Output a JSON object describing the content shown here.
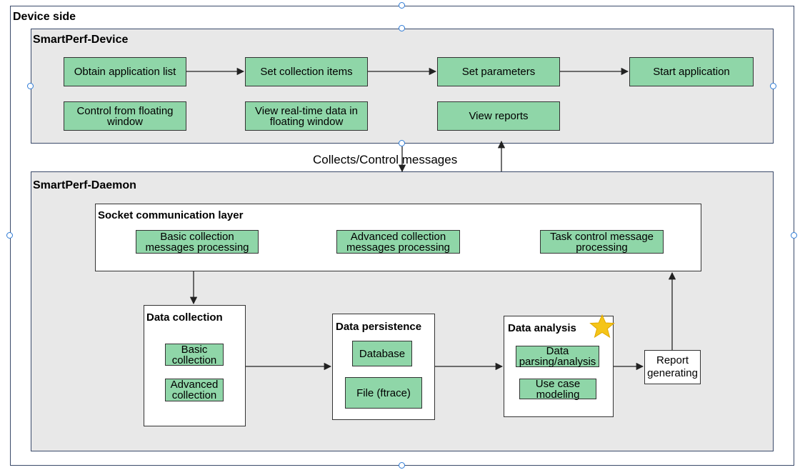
{
  "device_side": {
    "title": "Device side"
  },
  "smartperf_device": {
    "title": "SmartPerf-Device",
    "boxes": {
      "obtain_list": "Obtain application list",
      "set_items": "Set collection items",
      "set_params": "Set parameters",
      "start_app": "Start application",
      "control_floating": "Control from floating window",
      "view_realtime": "View real-time data in floating window",
      "view_reports": "View reports"
    }
  },
  "connector_label": "Collects/Control messages",
  "smartperf_daemon": {
    "title": "SmartPerf-Daemon",
    "socket_layer": {
      "title": "Socket communication layer",
      "basic": "Basic collection messages processing",
      "advanced": "Advanced collection messages processing",
      "task": "Task control message processing"
    },
    "data_collection": {
      "title": "Data collection",
      "basic": "Basic collection",
      "advanced": "Advanced collection"
    },
    "data_persistence": {
      "title": "Data persistence",
      "database": "Database",
      "file": "File (ftrace)"
    },
    "data_analysis": {
      "title": "Data analysis",
      "parsing": "Data parsing/analysis",
      "modeling": "Use case modeling"
    },
    "report": "Report generating"
  },
  "colors": {
    "green_box": "#8fd6a8",
    "panel": "#e8e8e8",
    "handle": "#2e7bd6",
    "star": "#f5c518"
  }
}
